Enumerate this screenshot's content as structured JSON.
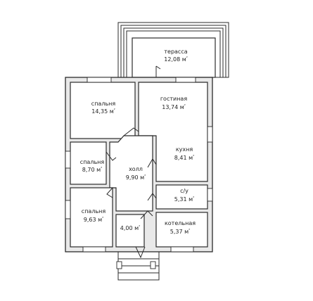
{
  "unit_suffix": "²",
  "rooms": {
    "terrace": {
      "label": "терасса",
      "area": "12,08 м"
    },
    "bedroom1": {
      "label": "спальня",
      "area": "14,35 м"
    },
    "living": {
      "label": "гостиная",
      "area": "13,74 м"
    },
    "kitchen": {
      "label": "кухня",
      "area": "8,41 м"
    },
    "bedroom2": {
      "label": "спальня",
      "area": "8,70 м"
    },
    "hall": {
      "label": "холл",
      "area": "9,90 м"
    },
    "bath": {
      "label": "с/у",
      "area": "5,31 м"
    },
    "bedroom3": {
      "label": "спальня",
      "area": "9,63 м"
    },
    "vestibule": {
      "label": "",
      "area": "4,00 м"
    },
    "boiler": {
      "label": "котельная",
      "area": "5,37 м"
    }
  }
}
